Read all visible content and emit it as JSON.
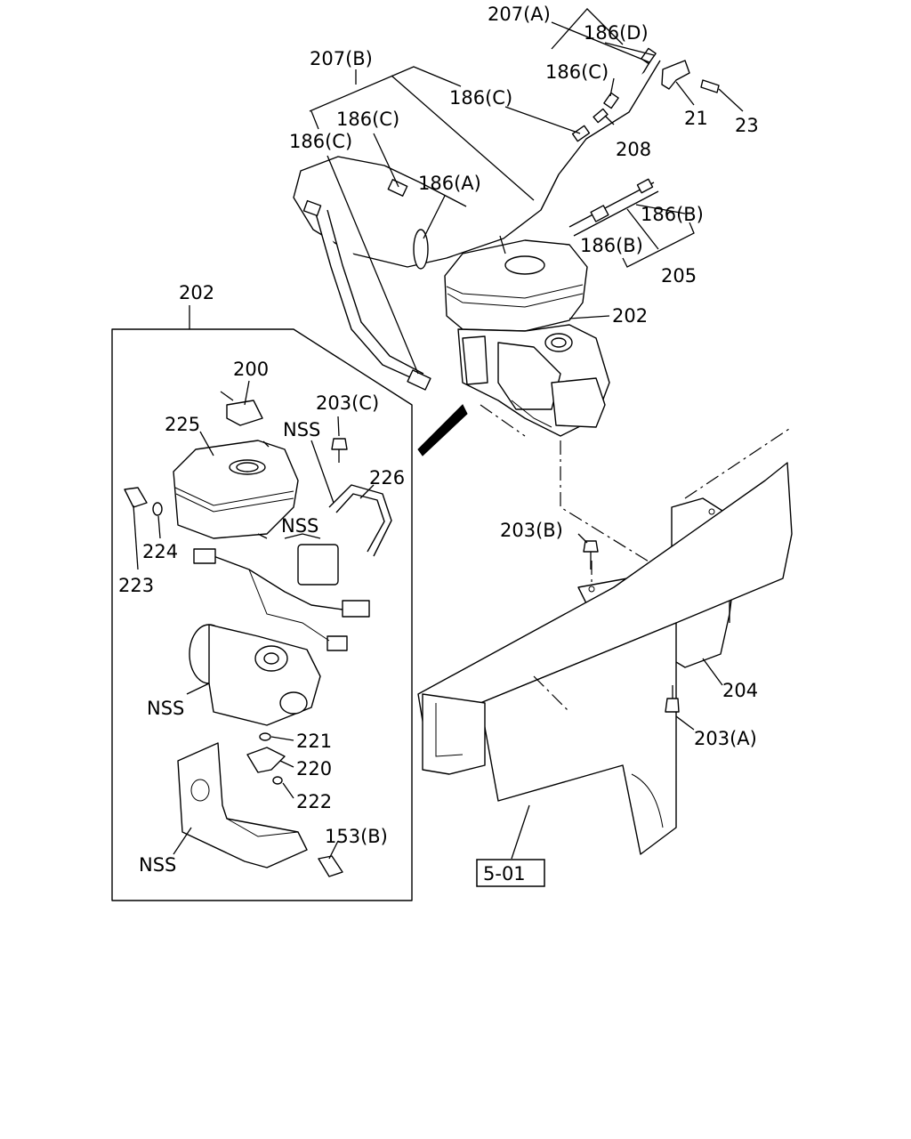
{
  "labels": {
    "l207a": "207(A)",
    "l186d": "186(D)",
    "l186c_top": "186(C)",
    "l207b": "207(B)",
    "l186c_mid": "186(C)",
    "l21": "21",
    "l23": "23",
    "l186c_left1": "186(C)",
    "l186c_left2": "186(C)",
    "l208": "208",
    "l186a": "186(A)",
    "l186b_1": "186(B)",
    "l186b_2": "186(B)",
    "l205": "205",
    "l202_main": "202",
    "l202_box": "202",
    "l200": "200",
    "l225": "225",
    "l203c": "203(C)",
    "lnss_1": "NSS",
    "l226": "226",
    "lnss_2": "NSS",
    "l223": "223",
    "l224": "224",
    "lnss_3": "NSS",
    "l221": "221",
    "l220": "220",
    "l222": "222",
    "l153b": "153(B)",
    "lnss_4": "NSS",
    "l203b": "203(B)",
    "l204": "204",
    "l203a": "203(A)",
    "ref_501": "5-01"
  }
}
